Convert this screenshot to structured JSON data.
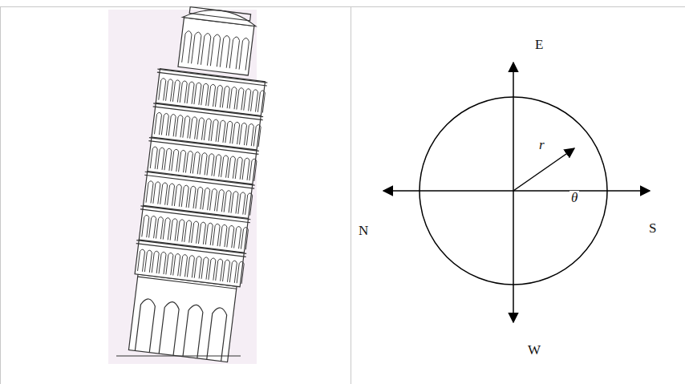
{
  "diagram": {
    "labels": [
      "E",
      "N",
      "S",
      "W",
      "r",
      "θ"
    ]
  }
}
